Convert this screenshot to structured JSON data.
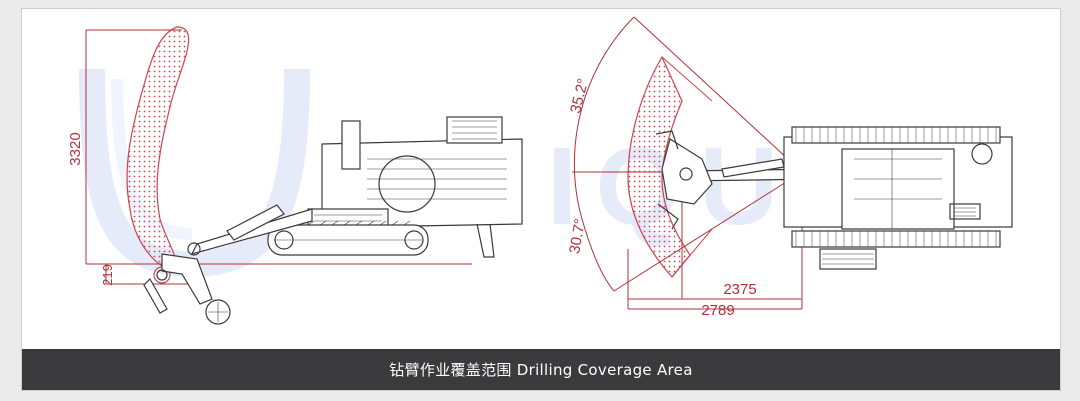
{
  "caption": "钻臂作业覆盖范围 Drilling Coverage Area",
  "watermark": "UNIQUE",
  "dimensions": {
    "height": "3320",
    "offset": "219",
    "angle_up": "35.2°",
    "angle_down": "30.7°",
    "reach_inner": "2375",
    "reach_outer": "2789"
  },
  "colors": {
    "dimension_red": "#b0303a",
    "coverage_dots": "#d0424e",
    "machine_line": "#3a3a3a",
    "caption_bg": "#3b3b3d"
  }
}
